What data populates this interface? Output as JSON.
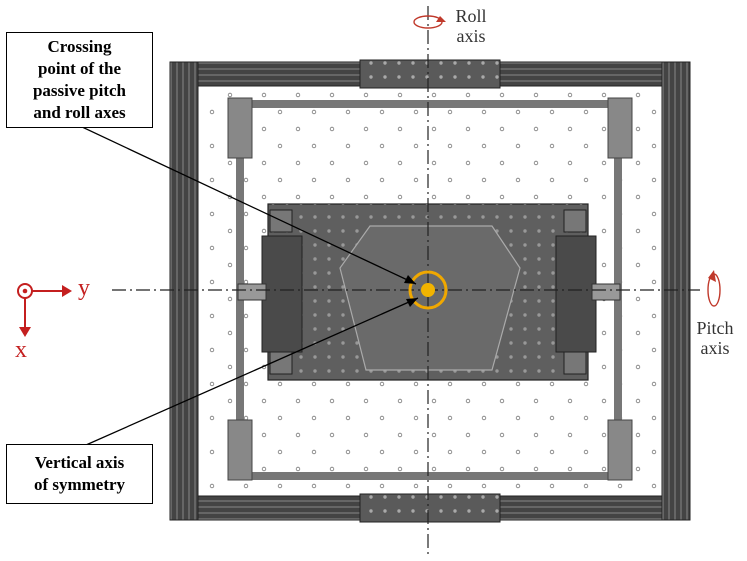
{
  "labels": {
    "crossing_point": [
      "Crossing",
      "point of  the",
      "passive pitch",
      "and roll axes"
    ],
    "vertical_axis": [
      "Vertical axis",
      "of symmetry"
    ],
    "roll_axis": [
      "Roll",
      "axis"
    ],
    "pitch_axis": [
      "Pitch",
      "axis"
    ],
    "coord_y": "y",
    "coord_x": "x"
  },
  "colors": {
    "frame_dark": "#3c3c3c",
    "frame_mid": "#6e6e6e",
    "plate": "#5f5f5f",
    "marker": "#f2b400",
    "marker_ring": "#f0a800",
    "coord_red": "#c41f1f",
    "rotation_red": "#c0392b"
  },
  "icons": {
    "roll_rotation": "rotation-arrow-icon",
    "pitch_rotation": "rotation-arrow-icon",
    "coord_origin": "out-of-plane-dot-icon"
  }
}
